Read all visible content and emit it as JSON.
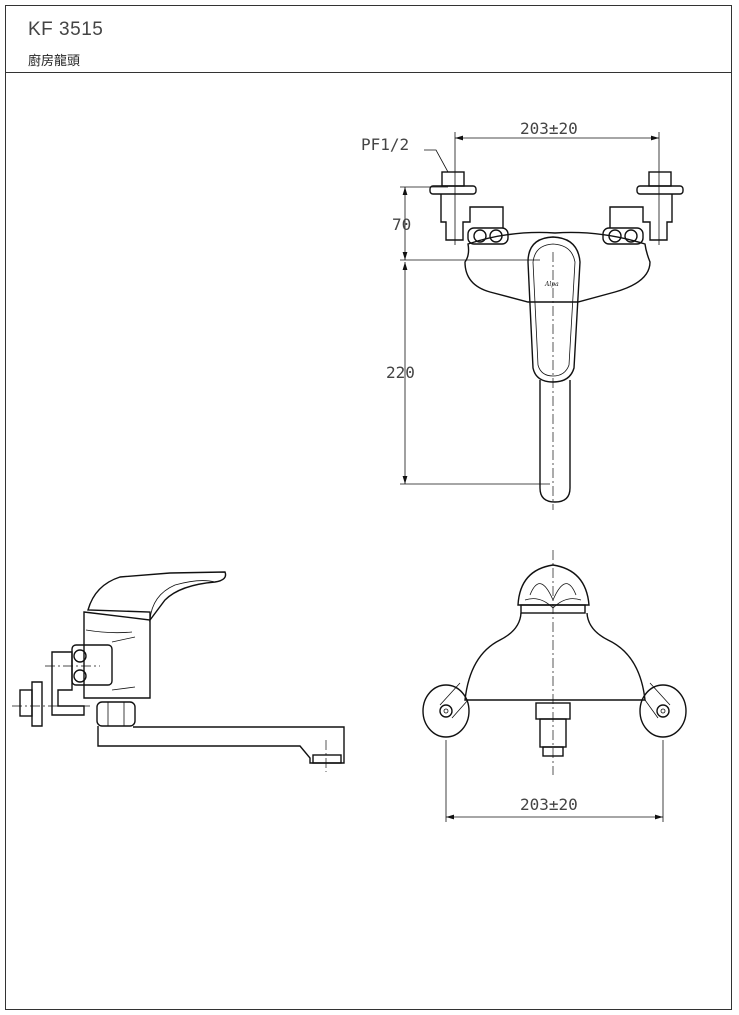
{
  "header": {
    "model": "KF 3515",
    "product_name": "廚房龍頭"
  },
  "drawing": {
    "front_view": {
      "thread_label": "PF1/2",
      "width_dim": "203±20",
      "height_dim_upper": "70",
      "height_dim_lower": "220",
      "logo": "Ice Alpa"
    },
    "bottom_view": {
      "width_dim": "203±20"
    }
  }
}
